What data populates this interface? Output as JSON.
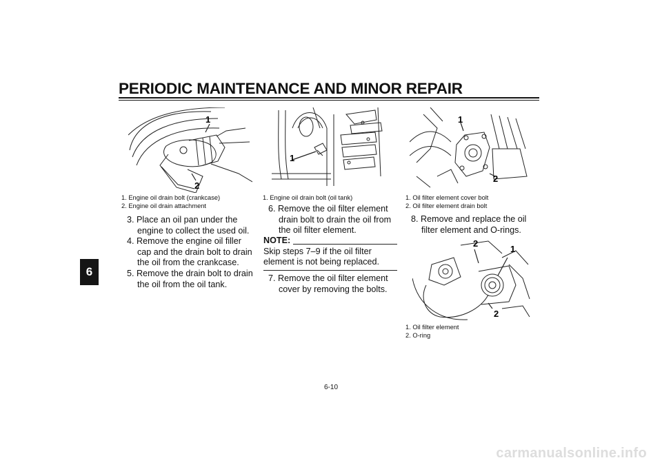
{
  "header": {
    "title": "PERIODIC MAINTENANCE AND MINOR REPAIR"
  },
  "chapter_tab": "6",
  "col1": {
    "figure_callouts": [
      "1",
      "2"
    ],
    "captions": [
      "1. Engine oil drain bolt (crankcase)",
      "2. Engine oil drain attachment"
    ],
    "steps": [
      {
        "num": "3.",
        "text": "Place an oil pan under the engine to collect the used oil."
      },
      {
        "num": "4.",
        "text": "Remove the engine oil filler cap and the drain bolt to drain the oil from the crankcase."
      },
      {
        "num": "5.",
        "text": "Remove the drain bolt to drain the oil from the oil tank."
      }
    ]
  },
  "col2": {
    "figure_callouts": [
      "1"
    ],
    "captions": [
      "1. Engine oil drain bolt (oil tank)"
    ],
    "step6": {
      "num": "6.",
      "text": "Remove the oil filter element drain bolt to drain the oil from the oil filter element."
    },
    "note_label": "NOTE:",
    "note_text": "Skip steps 7–9 if the oil filter element is not being replaced.",
    "step7": {
      "num": "7.",
      "text": "Remove the oil filter element cover by removing the bolts."
    }
  },
  "col3": {
    "figure1_callouts": [
      "1",
      "2"
    ],
    "captions1": [
      "1. Oil filter element cover bolt",
      "2. Oil filter element drain bolt"
    ],
    "step8": {
      "num": "8.",
      "text": "Remove and replace the oil filter element and O-rings."
    },
    "figure2_callouts": [
      "2",
      "1",
      "2"
    ],
    "captions2": [
      "1. Oil filter element",
      "2. O-ring"
    ]
  },
  "page_number": "6-10",
  "watermark": "carmanualsonline.info"
}
